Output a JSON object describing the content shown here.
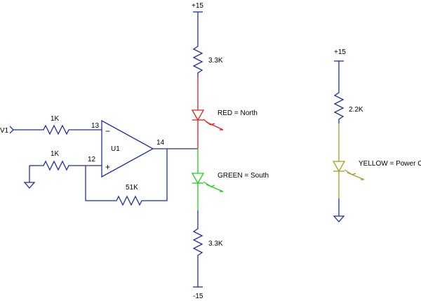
{
  "colors": {
    "wire": "#1f2fa0",
    "red_led": "#e02020",
    "green_led": "#20d020",
    "yellow_led": "#a0a020",
    "text": "#000000"
  },
  "circuit": {
    "input_label": "V1",
    "r_in_label": "1K",
    "r_ref_label": "1K",
    "r_feedback_label": "51K",
    "opamp_label": "U1",
    "pin_inverting": "13",
    "pin_noninverting": "12",
    "pin_output": "14",
    "sign_minus": "−",
    "sign_plus": "+",
    "supply_top": "+15",
    "r_top_label": "3.3K",
    "led_red_label": "RED = North",
    "led_green_label": "GREEN = South",
    "r_bottom_label": "3.3K",
    "supply_bottom": "-15"
  },
  "power_indicator": {
    "supply_label": "+15",
    "resistor_label": "2.2K",
    "led_label": "YELLOW = Power On"
  }
}
